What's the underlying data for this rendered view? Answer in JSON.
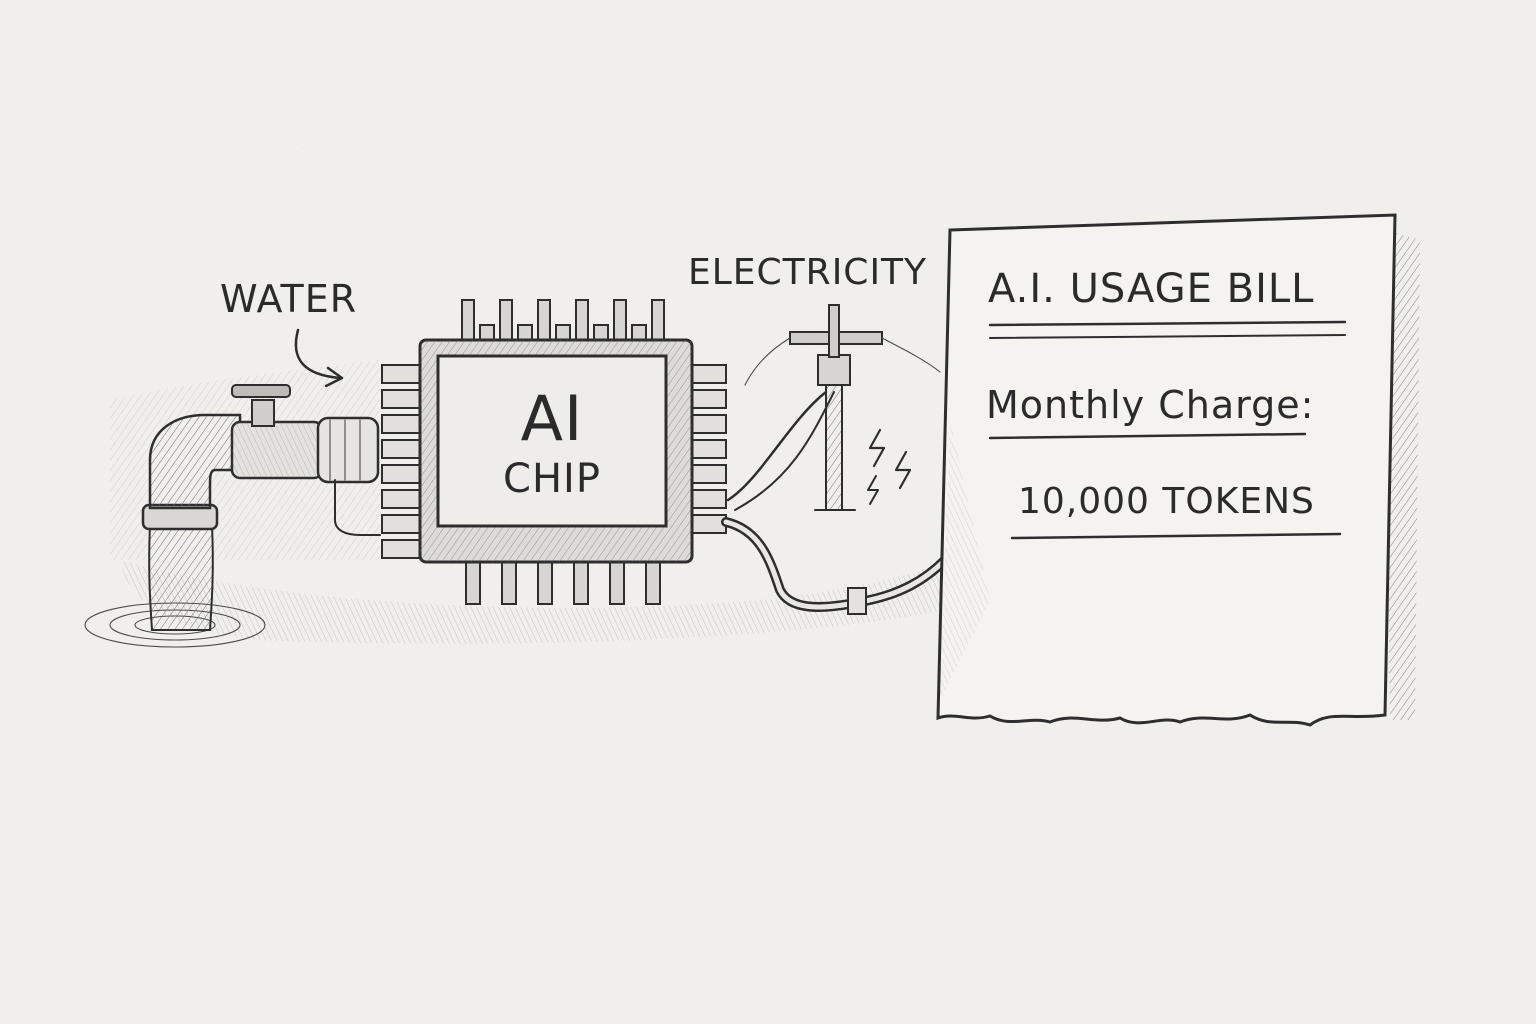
{
  "labels": {
    "water": "WATER",
    "electricity": "ELECTRICITY"
  },
  "chip": {
    "line1": "AI",
    "line2": "CHIP"
  },
  "bill": {
    "title": "A.I. USAGE BILL",
    "charge_label": "Monthly Charge:",
    "charge_value": "10,000 TOKENS"
  },
  "colors": {
    "paper": "#f2f1ee",
    "ink": "#2e2e2e"
  }
}
